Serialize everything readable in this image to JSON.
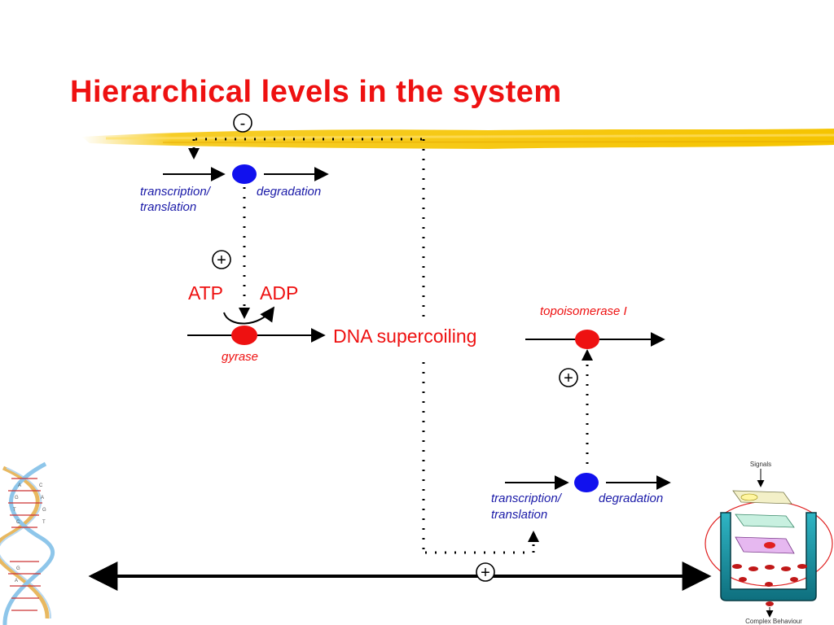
{
  "slide": {
    "title": "Hierarchical levels in the system"
  },
  "diagram": {
    "top_gene": {
      "input_label_line1": "transcription/",
      "input_label_line2": "translation",
      "output_label": "degradation"
    },
    "bottom_gene": {
      "input_label_line1": "transcription/",
      "input_label_line2": "translation",
      "output_label": "degradation"
    },
    "gyrase": {
      "label": "gyrase",
      "atp": "ATP",
      "adp": "ADP"
    },
    "topoisomerase": {
      "label": "topoisomerase I"
    },
    "center_label": "DNA supercoiling",
    "signs": {
      "top_feedback": "-",
      "gyrase_activation": "+",
      "topo_activation": "+",
      "global_activation": "+"
    },
    "colors": {
      "title": "#ee1111",
      "gene_node": "#1111ee",
      "protein_node": "#ee1111",
      "italic_label": "#1a1aa8",
      "highlight_stroke": "#f5c400"
    }
  },
  "cell_figure": {
    "signals_label": "Signals",
    "behaviour_label": "Complex Behaviour"
  },
  "dna_figure": {
    "letters": [
      "A",
      "G",
      "T",
      "C",
      "A",
      "G",
      "T",
      "C",
      "G",
      "A"
    ]
  }
}
